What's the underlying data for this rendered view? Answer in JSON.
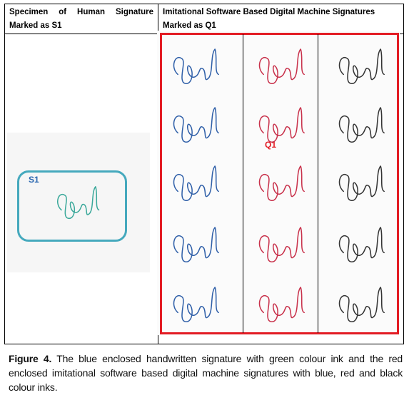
{
  "table": {
    "left_header": "Specimen of Human Signature Marked as S1",
    "right_header": "Imitational Software Based Digital Machine Signatures Marked as Q1"
  },
  "specimen": {
    "label": "S1",
    "box_color": "#45a9bd",
    "ink_color": "#3aa89a"
  },
  "questioned": {
    "label": "Q1",
    "box_color": "#e31c24",
    "columns": [
      {
        "ink": "blue",
        "color": "#2f5fa8",
        "count": 5
      },
      {
        "ink": "red",
        "color": "#c8304a",
        "count": 5
      },
      {
        "ink": "black",
        "color": "#333333",
        "count": 5
      }
    ]
  },
  "caption": {
    "label": "Figure 4.",
    "text": " The blue enclosed handwritten signature with green colour ink and the red enclosed imitational software based digital machine signatures with blue, red and black colour inks."
  }
}
